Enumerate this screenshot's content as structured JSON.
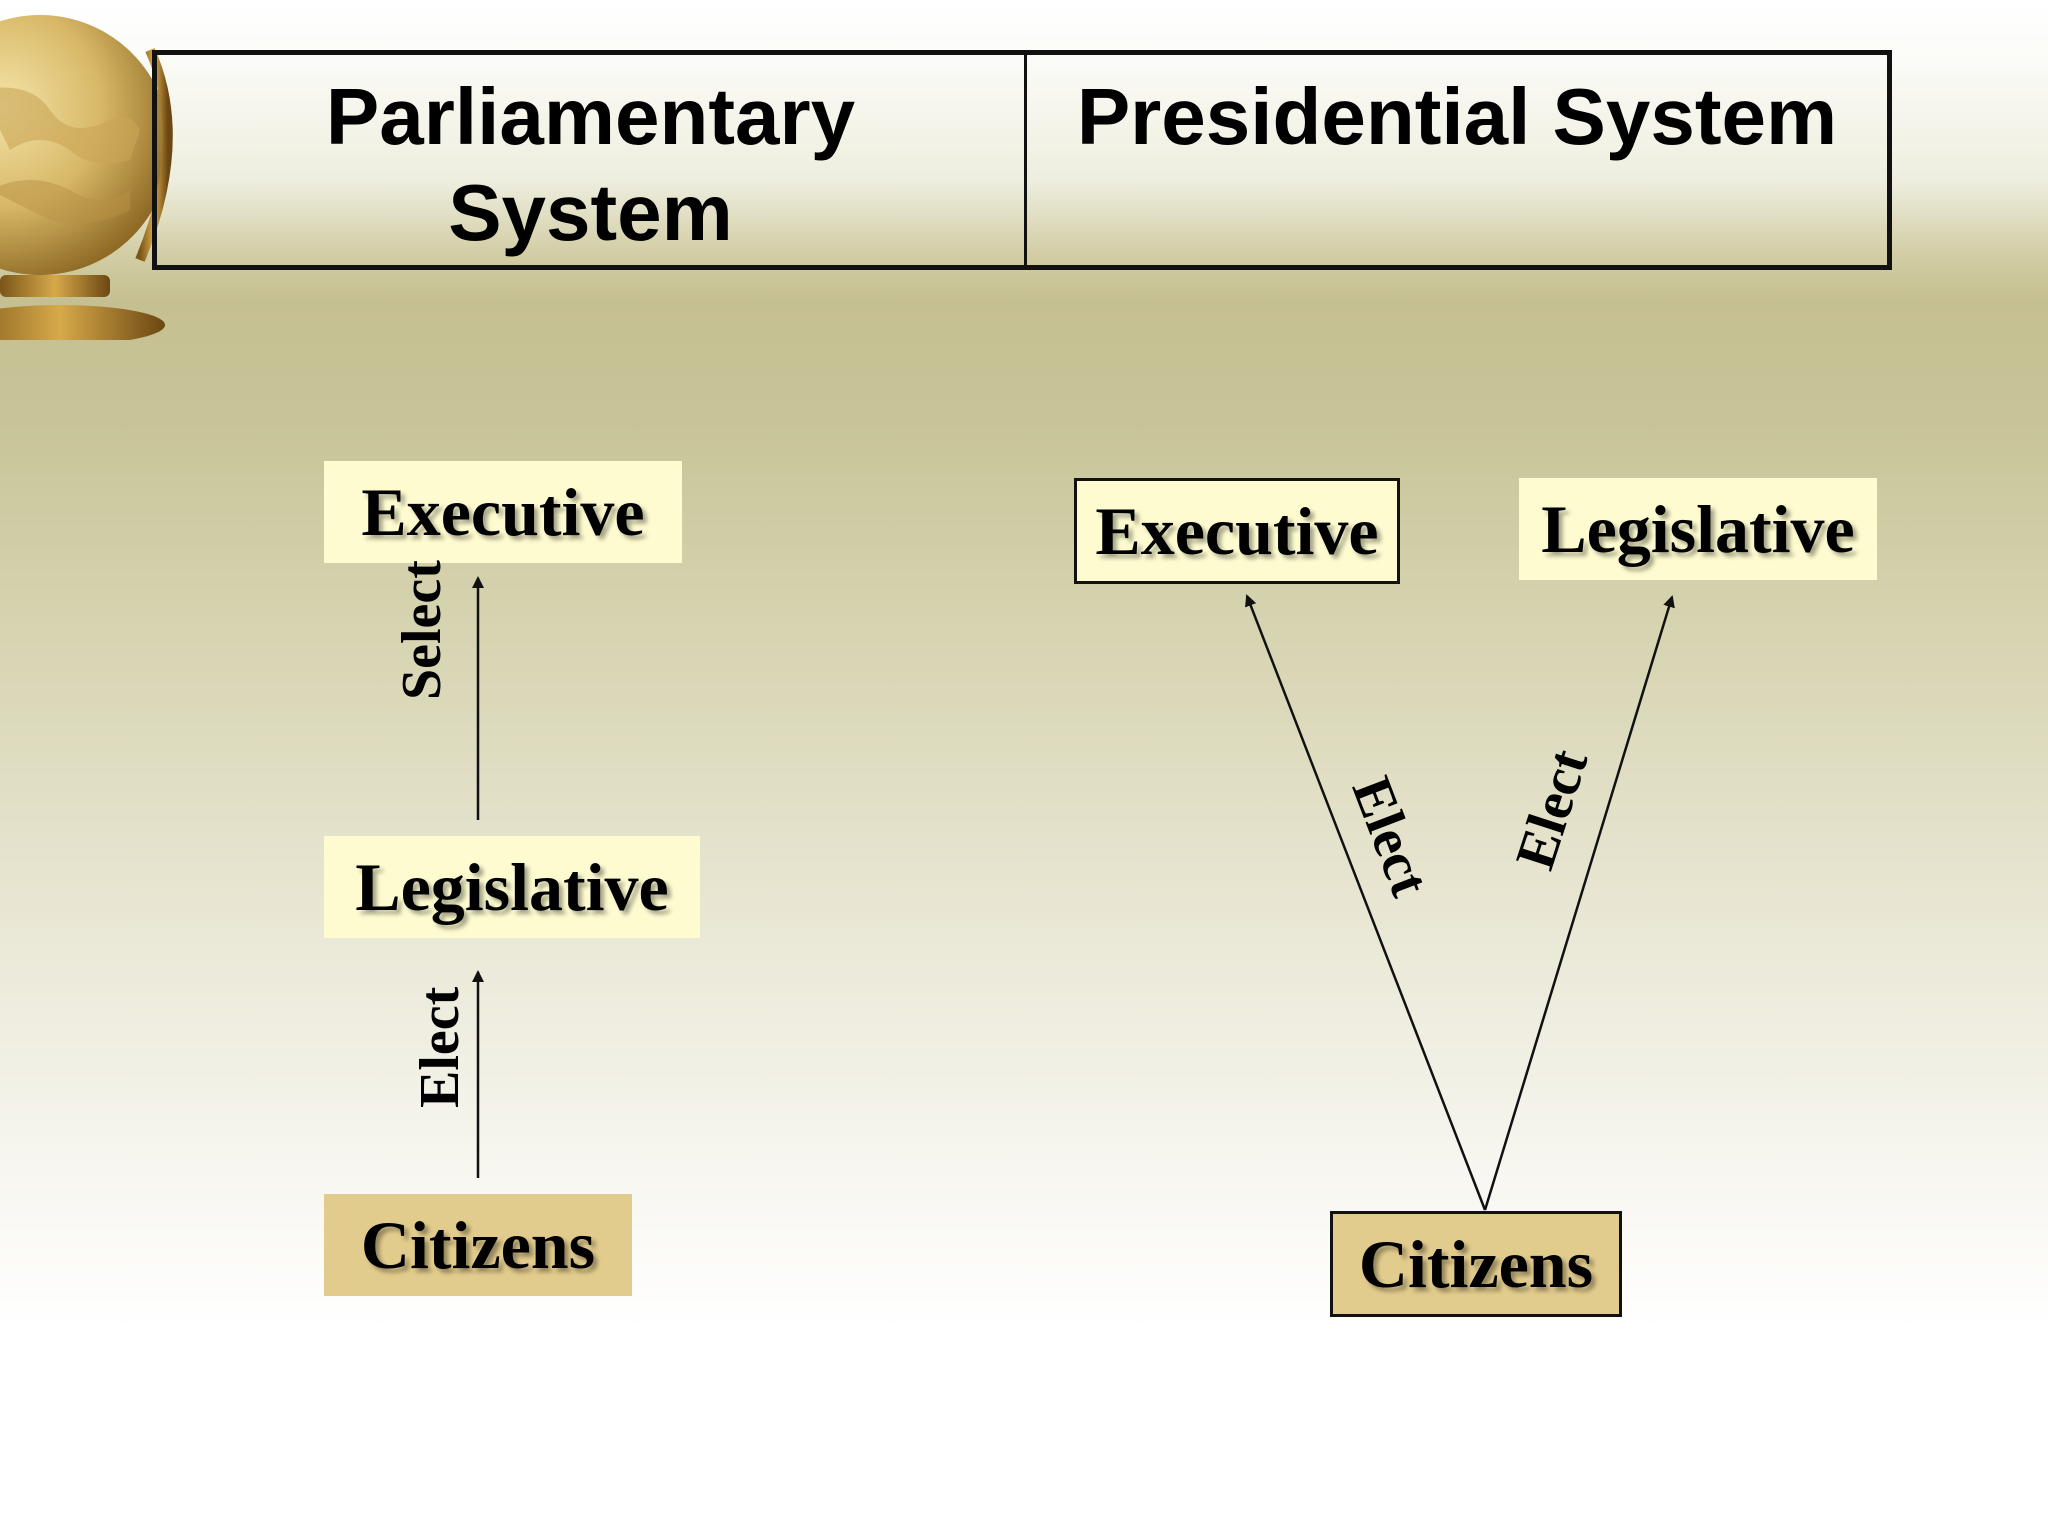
{
  "header": {
    "left_title_line1": "Parliamentary",
    "left_title_line2": "System",
    "right_title": "Presidential System"
  },
  "parliamentary": {
    "executive": "Executive",
    "legislative": "Legislative",
    "citizens": "Citizens",
    "select_label": "Select",
    "elect_label": "Elect"
  },
  "presidential": {
    "executive": "Executive",
    "legislative": "Legislative",
    "citizens": "Citizens",
    "elect_left_label": "Elect",
    "elect_right_label": "Elect"
  },
  "colors": {
    "light_box": "#fdfbcf",
    "tan_box": "#e2cc8d",
    "line": "#111111"
  }
}
